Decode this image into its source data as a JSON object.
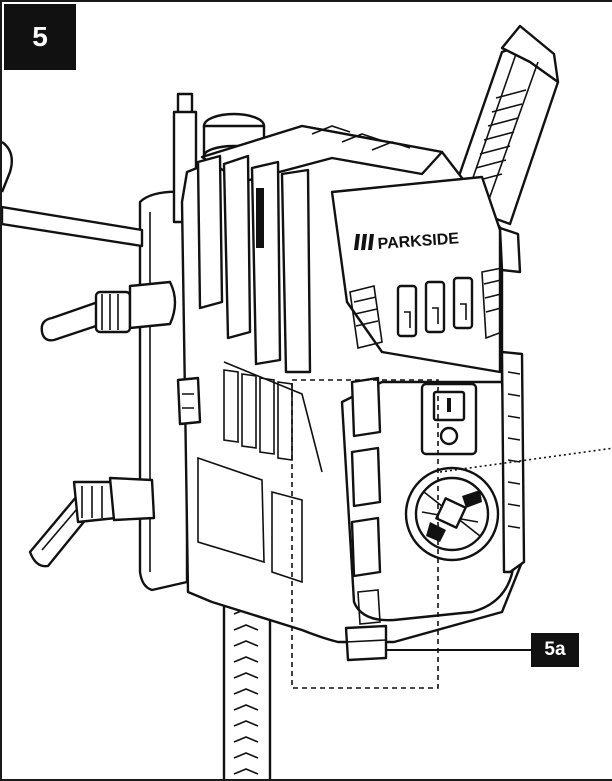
{
  "figure": {
    "number": "5"
  },
  "product": {
    "brand": "PARKSIDE"
  },
  "callout": {
    "label": "5a"
  },
  "icons": [
    "power-switch-icon",
    "rotary-dial-icon",
    "drill-chuck-icon"
  ],
  "colors": {
    "line": "#111111",
    "background": "#ffffff",
    "badge": "#111111",
    "badge_text": "#ffffff"
  }
}
